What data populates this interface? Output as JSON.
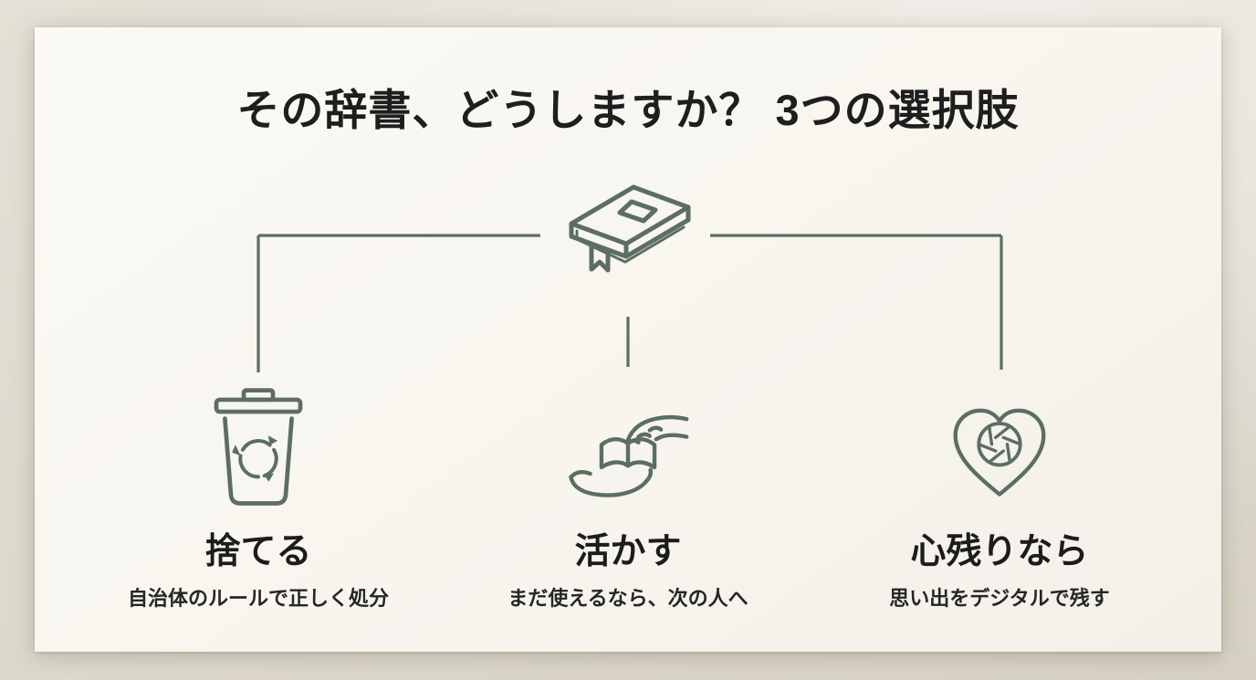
{
  "slide": {
    "title": "その辞書、どうしますか？ 3つの選択肢",
    "center_icon": "book-icon",
    "options": [
      {
        "icon": "trash-recycle-icon",
        "label": "捨てる",
        "description": "自治体のルールで正しく処分"
      },
      {
        "icon": "hands-book-icon",
        "label": "活かす",
        "description": "まだ使えるなら、次の人へ"
      },
      {
        "icon": "heart-aperture-icon",
        "label": "心残りなら",
        "description": "思い出をデジタルで残す"
      }
    ],
    "colors": {
      "page_background": "#dcd7cb",
      "card_background": "#f9f7f1",
      "accent_line": "#5c6e62",
      "text": "#1e1e1e"
    }
  }
}
